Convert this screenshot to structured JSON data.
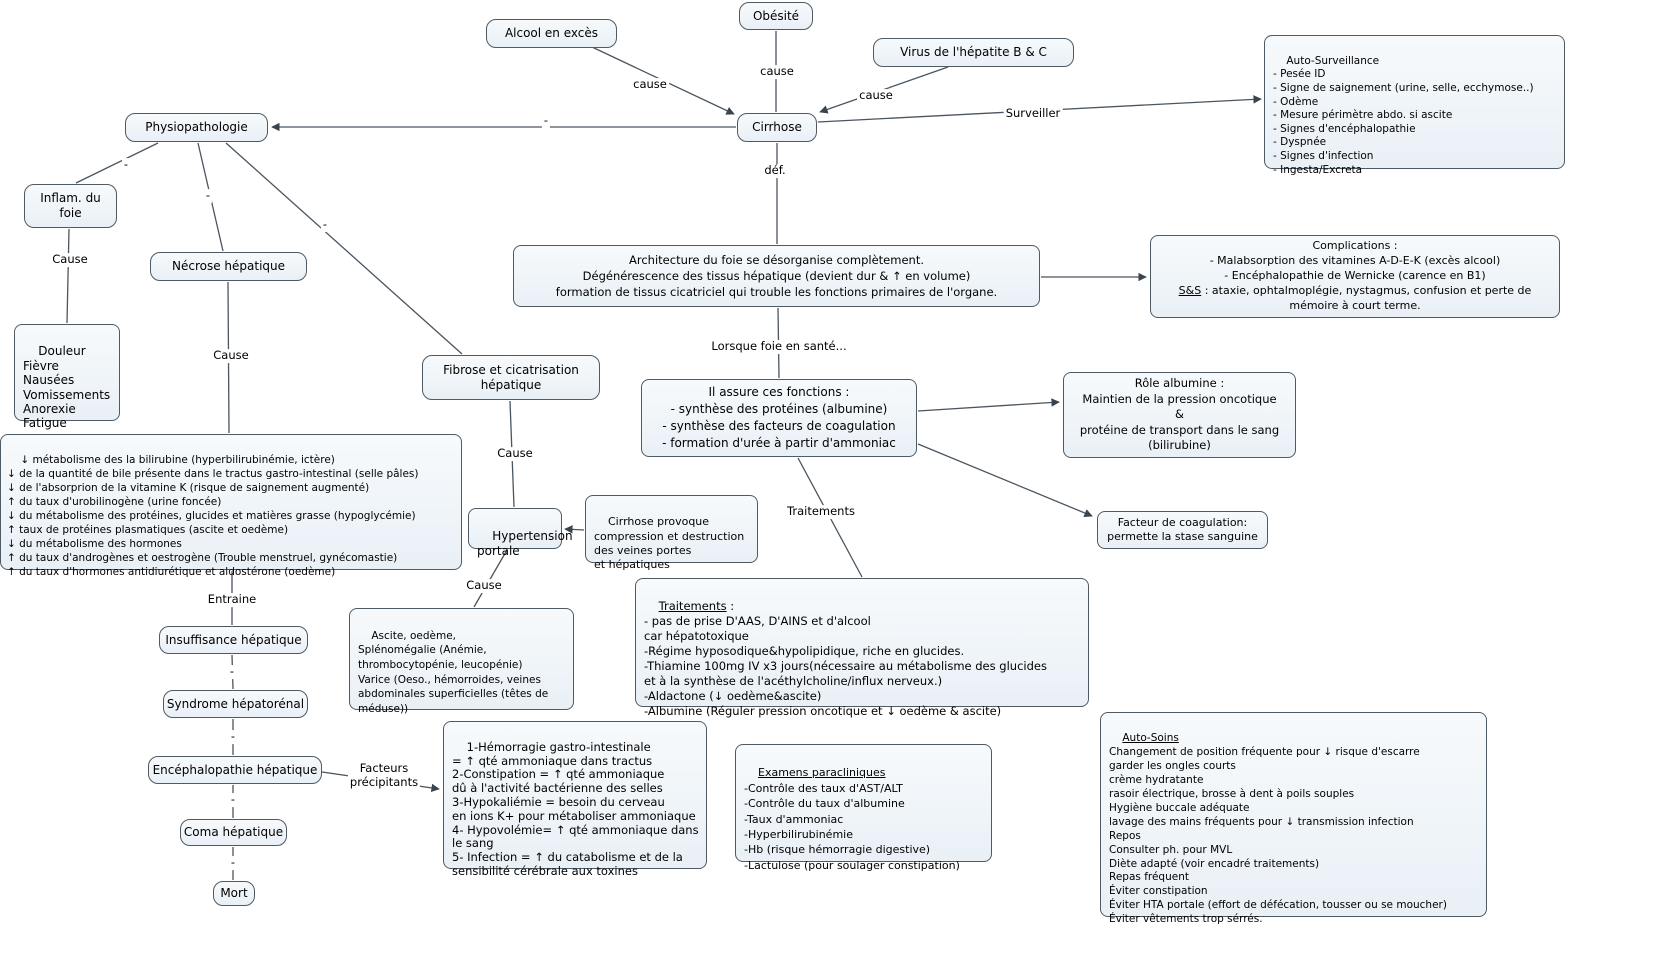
{
  "canvas": {
    "colors": {
      "background": "#ffffff",
      "node_fill_top": "#f7fafc",
      "node_fill_bottom": "#e9f0f6",
      "node_border": "#4e5a64",
      "edge": "#4a5560",
      "text": "#000000"
    }
  },
  "nodes": {
    "obesite": {
      "label": "Obésité"
    },
    "alcool": {
      "label": "Alcool en excès"
    },
    "virus": {
      "label": "Virus de l'hépatite B & C"
    },
    "cirrhose": {
      "label": "Cirrhose"
    },
    "physiopathologie": {
      "label": "Physiopathologie"
    },
    "inflam": {
      "label": "Inflam. du\nfoie"
    },
    "necrose": {
      "label": "Nécrose hépatique"
    },
    "fibrose": {
      "label": "Fibrose et cicatrisation\nhépatique"
    },
    "hypertension": {
      "label": "Hypertension\nportale"
    },
    "insuffisance": {
      "label": "Insuffisance hépatique"
    },
    "syndrome": {
      "label": "Syndrome hépatorénal"
    },
    "encephalopathie": {
      "label": "Encéphalopathie hépatique"
    },
    "coma": {
      "label": "Coma hépatique"
    },
    "mort": {
      "label": "Mort"
    },
    "auto_surveillance": {
      "label": "Auto-Surveillance\n- Pesée ID\n- Signe de saignement (urine, selle, ecchymose..)\n- Odème\n- Mesure périmètre abdo. si ascite\n- Signes d'encéphalopathie\n- Dyspnée\n- Signes d'infection\n- Ingesta/Excreta"
    },
    "definition": {
      "label": "Architecture du foie se désorganise complètement.\nDégénérescence des tissus hépatique (devient dur & ↑ en volume)\nformation de tissus cicatriciel qui trouble les fonctions primaires de l'organe."
    },
    "complications": {
      "part1": "Complications :\n- Malabsorption des vitamines A-D-E-K (excès alcool)\n- Encéphalopathie de Wernicke (carence en B1)\n",
      "underlined": "S&S",
      "part2": " : ataxie, ophtalmoplégie, nystagmus, confusion et perte de\nmémoire à court terme."
    },
    "fonctions": {
      "label": "Il assure ces fonctions :\n- synthèse des protéines (albumine)\n- synthèse des facteurs de coagulation\n- formation d'urée à partir d'ammoniac"
    },
    "role_albumine": {
      "label": "Rôle albumine :\nMaintien de la pression oncotique\n&\nprotéine de transport dans le sang\n(bilirubine)"
    },
    "facteur_coagulation": {
      "label": "Facteur de coagulation:\npermette la stase sanguine"
    },
    "douleur": {
      "label": "Douleur\nFièvre\nNausées\nVomissements\nAnorexie\nFatigue"
    },
    "consequences_metaboliques": {
      "label": "↓ métabolisme des la bilirubine (hyperbilirubinémie, ictère)\n↓ de la quantité de bile présente dans le tractus gastro-intestinal (selle pâles)\n↓ de l'absorprion de la vitamine K (risque de saignement augmenté)\n↑ du taux d'urobilinogène (urine foncée)\n↓ du métabolisme des protéines, glucides et matières grasse (hypoglycémie)\n↑ taux de protéines plasmatiques (ascite et oedème)\n↓ du métabolisme des hormones\n↑ du taux d'androgènes et oestrogène (Trouble menstruel, gynécomastie)\n↑ du taux d'hormones antidiurétique et aldostérone (oedème)"
    },
    "cirrhose_provoque": {
      "label": "Cirrhose provoque\ncompression et destruction\ndes veines portes\net hépatiques"
    },
    "ascite": {
      "label": "Ascite, oedème,\nSplénomégalie (Anémie,\nthrombocytopénie, leucopénie)\nVarice (Oeso., hémorroides, veines\nabdominales superficielles (têtes de\nméduse))"
    },
    "traitements": {
      "title": "Traitements",
      "rest": " :\n- pas de prise D'AAS, D'AINS et d'alcool\ncar hépatotoxique\n-Régime hyposodique&hypolipidique, riche en glucides.\n-Thiamine 100mg IV x3 jours(nécessaire au métabolisme des glucides\net à la synthèse de l'acéthylcholine/influx nerveux.)\n-Aldactone (↓ oedème&ascite)\n-Albumine (Réguler pression oncotique et ↓ oedème & ascite)"
    },
    "facteurs_precipitants_detail": {
      "label": "1-Hémorragie gastro-intestinale\n= ↑ qté ammoniaque dans tractus\n2-Constipation = ↑ qté ammoniaque\ndû à l'activité bactérienne des selles\n3-Hypokaliémie = besoin du cerveau\nen ions K+ pour métaboliser ammoniaque\n4- Hypovolémie= ↑ qté ammoniaque dans\nle sang\n5- Infection = ↑ du catabolisme et de la\nsensibilité cérébrale aux toxines"
    },
    "examens": {
      "title": "Examens paracliniques",
      "rest": "\n-Contrôle des taux d'AST/ALT\n-Contrôle du taux d'albumine\n-Taux d'ammoniac\n-Hyperbilirubinémie\n-Hb (risque hémorragie digestive)\n-Lactulose (pour soulager constipation)"
    },
    "auto_soins": {
      "title": "Auto-Soins",
      "rest": "\nChangement de position fréquente pour ↓ risque d'escarre\ngarder les ongles courts\ncrème hydratante\nrasoir électrique, brosse à dent à poils souples\nHygiène buccale adéquate\nlavage des mains fréquents pour ↓ transmission infection\nRepos\nConsulter ph. pour MVL\nDiète adapté (voir encadré traitements)\nRepas fréquent\nÉviter constipation\nÉviter HTA portale (effort de défécation, tousser ou se moucher)\nÉviter vêtements trop sérrés."
    }
  },
  "edge_labels": {
    "cause_alcool": "cause",
    "cause_obesite": "cause",
    "cause_virus": "cause",
    "surveiller": "Surveiller",
    "def": "déf.",
    "lorsque": "Lorsque foie en santé...",
    "traitements": "Traitements",
    "cause_inflam": "Cause",
    "cause_necrose": "Cause",
    "cause_fibrose": "Cause",
    "cause_hypertension": "Cause",
    "entraine": "Entraine",
    "facteurs_precipitants": "Facteurs\nprécipitants",
    "dash": "-"
  }
}
